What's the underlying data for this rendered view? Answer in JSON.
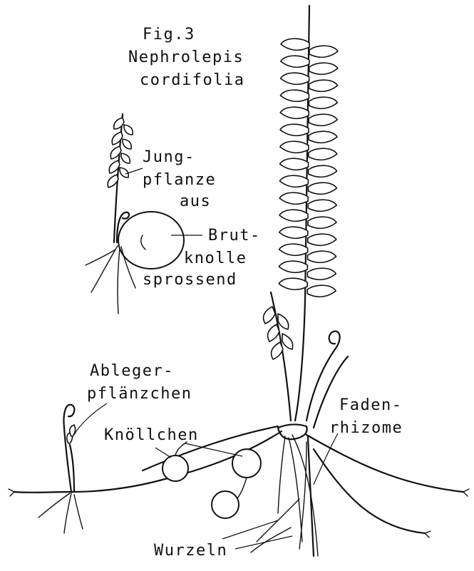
{
  "figure": {
    "fig_number": "Fig.3",
    "species_line1": "Nephrolepis",
    "species_line2": "cordifolia"
  },
  "labels": {
    "jungpflanze_line1": "Jung-",
    "jungpflanze_line2": "pflanze",
    "jungpflanze_line3": "aus",
    "brutknolle_line1": "Brut-",
    "brutknolle_line2": "knolle",
    "brutknolle_line3": "sprossend",
    "ableger_line1": "Ableger-",
    "ableger_line2": "pflänzchen",
    "knoellchen": "Knöllchen",
    "fadenrhizome_line1": "Faden-",
    "fadenrhizome_line2": "rhizome",
    "wurzeln": "Wurzeln"
  }
}
